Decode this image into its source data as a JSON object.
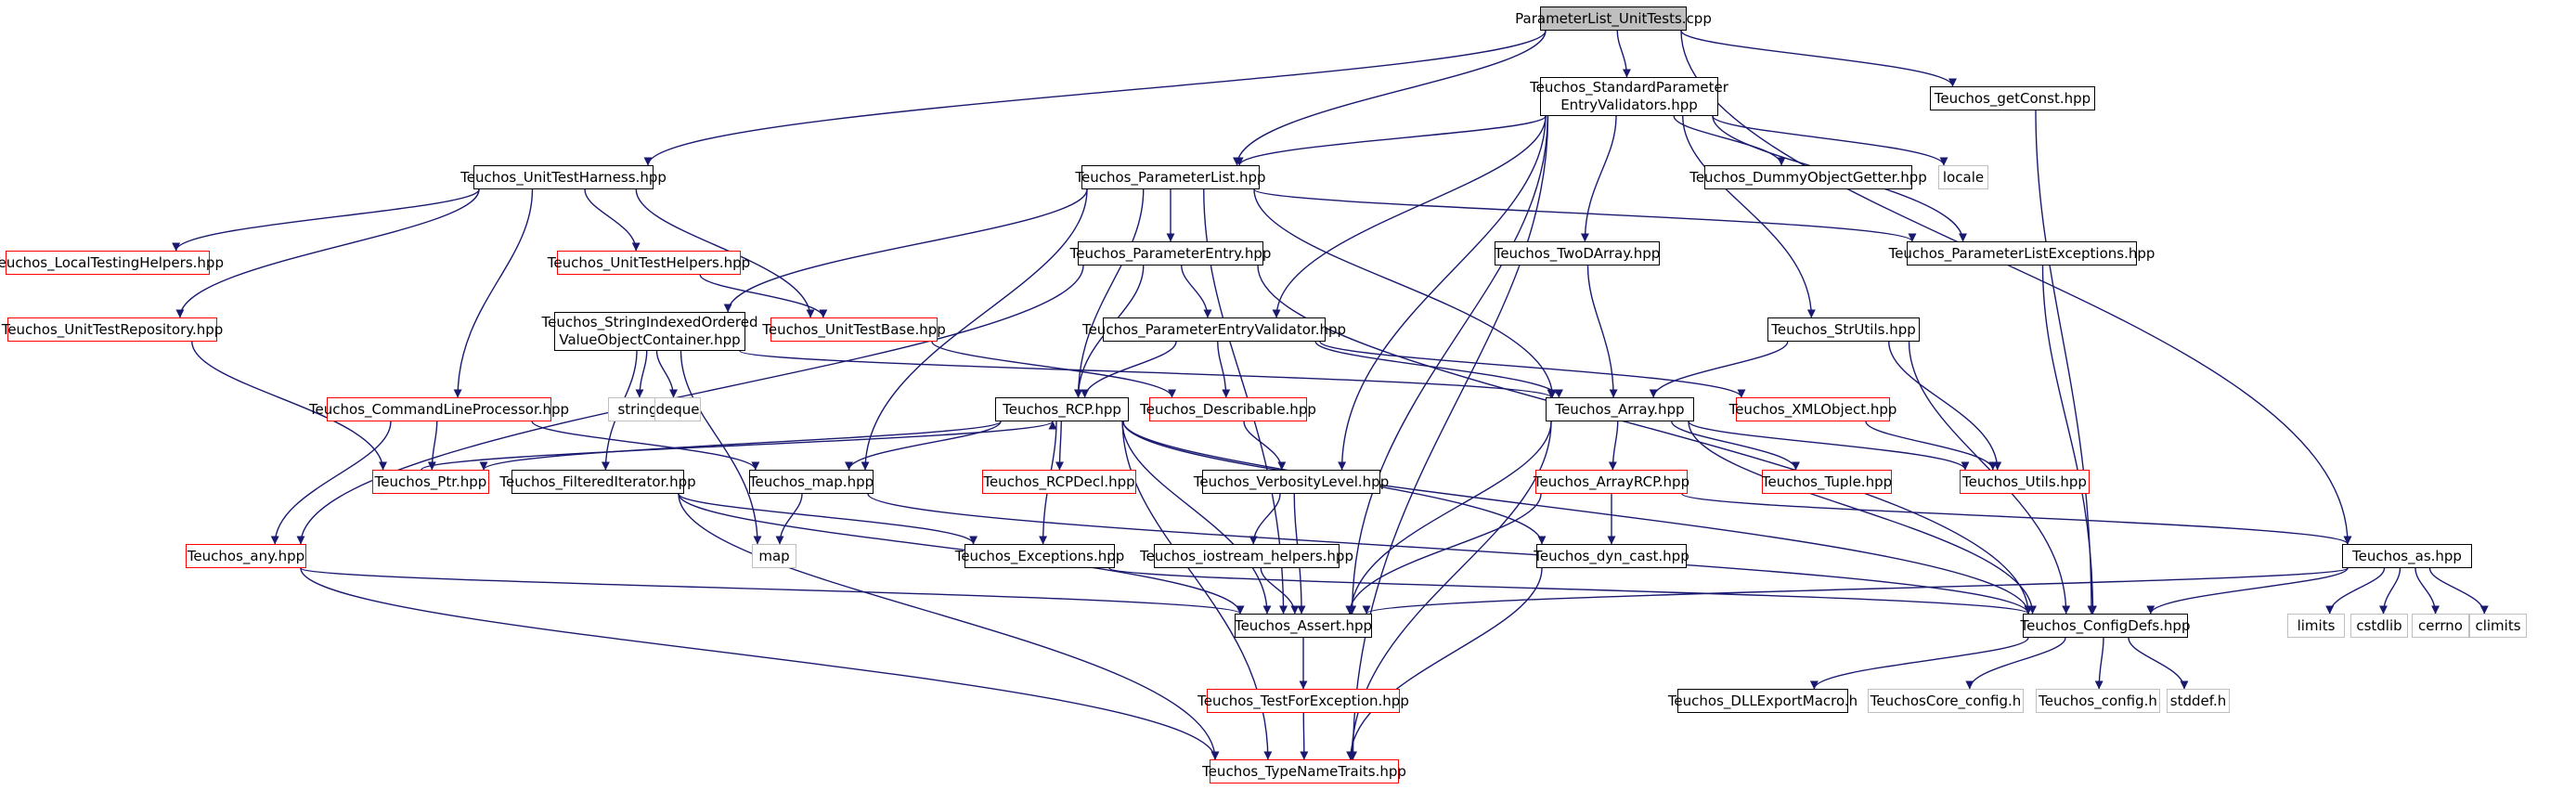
{
  "title": "ParameterList_UnitTests.cpp",
  "colors": {
    "edge": "#191970",
    "documented": "#000000",
    "undocumented": "#ff0000",
    "external": "#bfbfbf",
    "root_fill": "#bfbfbf"
  },
  "nodes": [
    {
      "id": "root",
      "label": "ParameterList_UnitTests.cpp",
      "kind": "root"
    },
    {
      "id": "sev",
      "label": "Teuchos_StandardParameter\nEntryValidators.hpp",
      "kind": "black"
    },
    {
      "id": "getConst",
      "label": "Teuchos_getConst.hpp",
      "kind": "black"
    },
    {
      "id": "uth",
      "label": "Teuchos_UnitTestHarness.hpp",
      "kind": "black"
    },
    {
      "id": "pl",
      "label": "Teuchos_ParameterList.hpp",
      "kind": "black"
    },
    {
      "id": "dog",
      "label": "Teuchos_DummyObjectGetter.hpp",
      "kind": "black"
    },
    {
      "id": "locale",
      "label": "locale",
      "kind": "gray"
    },
    {
      "id": "ltu",
      "label": "Teuchos_LocalTestingHelpers.hpp",
      "kind": "red"
    },
    {
      "id": "uthelp",
      "label": "Teuchos_UnitTestHelpers.hpp",
      "kind": "red"
    },
    {
      "id": "pe",
      "label": "Teuchos_ParameterEntry.hpp",
      "kind": "black"
    },
    {
      "id": "tda",
      "label": "Teuchos_TwoDArray.hpp",
      "kind": "black"
    },
    {
      "id": "ple",
      "label": "Teuchos_ParameterListExceptions.hpp",
      "kind": "black"
    },
    {
      "id": "utr",
      "label": "Teuchos_UnitTestRepository.hpp",
      "kind": "red"
    },
    {
      "id": "sio",
      "label": "Teuchos_StringIndexedOrdered\nValueObjectContainer.hpp",
      "kind": "black"
    },
    {
      "id": "utb",
      "label": "Teuchos_UnitTestBase.hpp",
      "kind": "red"
    },
    {
      "id": "pev",
      "label": "Teuchos_ParameterEntryValidator.hpp",
      "kind": "black"
    },
    {
      "id": "strutils",
      "label": "Teuchos_StrUtils.hpp",
      "kind": "black"
    },
    {
      "id": "clp",
      "label": "Teuchos_CommandLineProcessor.hpp",
      "kind": "red"
    },
    {
      "id": "string",
      "label": "string",
      "kind": "gray"
    },
    {
      "id": "deque",
      "label": "deque",
      "kind": "gray"
    },
    {
      "id": "rcp",
      "label": "Teuchos_RCP.hpp",
      "kind": "black"
    },
    {
      "id": "desc",
      "label": "Teuchos_Describable.hpp",
      "kind": "red"
    },
    {
      "id": "array",
      "label": "Teuchos_Array.hpp",
      "kind": "black"
    },
    {
      "id": "xml",
      "label": "Teuchos_XMLObject.hpp",
      "kind": "red"
    },
    {
      "id": "ptr",
      "label": "Teuchos_Ptr.hpp",
      "kind": "red"
    },
    {
      "id": "fi",
      "label": "Teuchos_FilteredIterator.hpp",
      "kind": "black"
    },
    {
      "id": "map",
      "label": "Teuchos_map.hpp",
      "kind": "black"
    },
    {
      "id": "rcpdecl",
      "label": "Teuchos_RCPDecl.hpp",
      "kind": "red"
    },
    {
      "id": "vl",
      "label": "Teuchos_VerbosityLevel.hpp",
      "kind": "black"
    },
    {
      "id": "arcp",
      "label": "Teuchos_ArrayRCP.hpp",
      "kind": "red"
    },
    {
      "id": "tuple",
      "label": "Teuchos_Tuple.hpp",
      "kind": "red"
    },
    {
      "id": "utils",
      "label": "Teuchos_Utils.hpp",
      "kind": "red"
    },
    {
      "id": "any",
      "label": "Teuchos_any.hpp",
      "kind": "red"
    },
    {
      "id": "stdmap",
      "label": "map",
      "kind": "gray"
    },
    {
      "id": "exc",
      "label": "Teuchos_Exceptions.hpp",
      "kind": "black"
    },
    {
      "id": "ioh",
      "label": "Teuchos_iostream_helpers.hpp",
      "kind": "black"
    },
    {
      "id": "dyn",
      "label": "Teuchos_dyn_cast.hpp",
      "kind": "black"
    },
    {
      "id": "as",
      "label": "Teuchos_as.hpp",
      "kind": "black"
    },
    {
      "id": "assert",
      "label": "Teuchos_Assert.hpp",
      "kind": "black"
    },
    {
      "id": "cfg",
      "label": "Teuchos_ConfigDefs.hpp",
      "kind": "black"
    },
    {
      "id": "limits",
      "label": "limits",
      "kind": "gray"
    },
    {
      "id": "cstdlib",
      "label": "cstdlib",
      "kind": "gray"
    },
    {
      "id": "cerrno",
      "label": "cerrno",
      "kind": "gray"
    },
    {
      "id": "climits",
      "label": "climits",
      "kind": "gray"
    },
    {
      "id": "tfe",
      "label": "Teuchos_TestForException.hpp",
      "kind": "red"
    },
    {
      "id": "dll",
      "label": "Teuchos_DLLExportMacro.h",
      "kind": "black"
    },
    {
      "id": "tcc",
      "label": "TeuchosCore_config.h",
      "kind": "gray"
    },
    {
      "id": "tconf",
      "label": "Teuchos_config.h",
      "kind": "gray"
    },
    {
      "id": "stddef",
      "label": "stddef.h",
      "kind": "gray"
    },
    {
      "id": "tnt",
      "label": "Teuchos_TypeNameTraits.hpp",
      "kind": "red"
    }
  ],
  "edges": [
    [
      "root",
      "sev"
    ],
    [
      "root",
      "getConst"
    ],
    [
      "root",
      "uth"
    ],
    [
      "root",
      "pl"
    ],
    [
      "root",
      "as"
    ],
    [
      "uth",
      "ltu"
    ],
    [
      "uth",
      "uthelp"
    ],
    [
      "uth",
      "utr"
    ],
    [
      "uth",
      "utb"
    ],
    [
      "uth",
      "clp"
    ],
    [
      "uthelp",
      "utb"
    ],
    [
      "utb",
      "desc"
    ],
    [
      "utr",
      "ptr"
    ],
    [
      "sev",
      "pl"
    ],
    [
      "sev",
      "dog"
    ],
    [
      "sev",
      "locale"
    ],
    [
      "sev",
      "tda"
    ],
    [
      "sev",
      "ple"
    ],
    [
      "sev",
      "pev"
    ],
    [
      "sev",
      "strutils"
    ],
    [
      "sev",
      "vl"
    ],
    [
      "sev",
      "assert"
    ],
    [
      "sev",
      "tnt"
    ],
    [
      "getConst",
      "cfg"
    ],
    [
      "pl",
      "pe"
    ],
    [
      "pl",
      "ple"
    ],
    [
      "pl",
      "sio"
    ],
    [
      "pl",
      "rcp"
    ],
    [
      "pl",
      "map"
    ],
    [
      "pl",
      "array"
    ],
    [
      "pl",
      "assert"
    ],
    [
      "pe",
      "any"
    ],
    [
      "pe",
      "pev"
    ],
    [
      "pe",
      "rcp"
    ],
    [
      "pe",
      "cfg"
    ],
    [
      "tda",
      "array"
    ],
    [
      "ple",
      "cfg"
    ],
    [
      "sio",
      "string"
    ],
    [
      "sio",
      "deque"
    ],
    [
      "sio",
      "fi"
    ],
    [
      "sio",
      "stdmap"
    ],
    [
      "sio",
      "array"
    ],
    [
      "pev",
      "rcp"
    ],
    [
      "pev",
      "desc"
    ],
    [
      "pev",
      "array"
    ],
    [
      "pev",
      "xml"
    ],
    [
      "strutils",
      "array"
    ],
    [
      "strutils",
      "utils"
    ],
    [
      "strutils",
      "cfg"
    ],
    [
      "clp",
      "ptr"
    ],
    [
      "clp",
      "map"
    ],
    [
      "clp",
      "any"
    ],
    [
      "rcp",
      "ptr"
    ],
    [
      "rcp",
      "rcpdecl"
    ],
    [
      "rcp",
      "map"
    ],
    [
      "rcp",
      "exc"
    ],
    [
      "rcp",
      "dyn"
    ],
    [
      "rcp",
      "assert"
    ],
    [
      "rcp",
      "tnt"
    ],
    [
      "rcp",
      "cfg"
    ],
    [
      "ptr",
      "rcp"
    ],
    [
      "desc",
      "vl"
    ],
    [
      "vl",
      "ioh"
    ],
    [
      "vl",
      "assert"
    ],
    [
      "array",
      "arcp"
    ],
    [
      "array",
      "tuple"
    ],
    [
      "array",
      "utils"
    ],
    [
      "array",
      "assert"
    ],
    [
      "array",
      "tnt"
    ],
    [
      "array",
      "cfg"
    ],
    [
      "xml",
      "utils"
    ],
    [
      "arcp",
      "dyn"
    ],
    [
      "arcp",
      "as"
    ],
    [
      "arcp",
      "assert"
    ],
    [
      "fi",
      "exc"
    ],
    [
      "fi",
      "assert"
    ],
    [
      "fi",
      "tnt"
    ],
    [
      "map",
      "stdmap"
    ],
    [
      "map",
      "cfg"
    ],
    [
      "any",
      "assert"
    ],
    [
      "any",
      "tnt"
    ],
    [
      "exc",
      "cfg"
    ],
    [
      "ioh",
      "assert"
    ],
    [
      "dyn",
      "tnt"
    ],
    [
      "as",
      "assert"
    ],
    [
      "as",
      "cfg"
    ],
    [
      "as",
      "limits"
    ],
    [
      "as",
      "cstdlib"
    ],
    [
      "as",
      "cerrno"
    ],
    [
      "as",
      "climits"
    ],
    [
      "assert",
      "tfe"
    ],
    [
      "tfe",
      "tnt"
    ],
    [
      "cfg",
      "dll"
    ],
    [
      "cfg",
      "tcc"
    ],
    [
      "cfg",
      "tconf"
    ],
    [
      "cfg",
      "stddef"
    ]
  ]
}
